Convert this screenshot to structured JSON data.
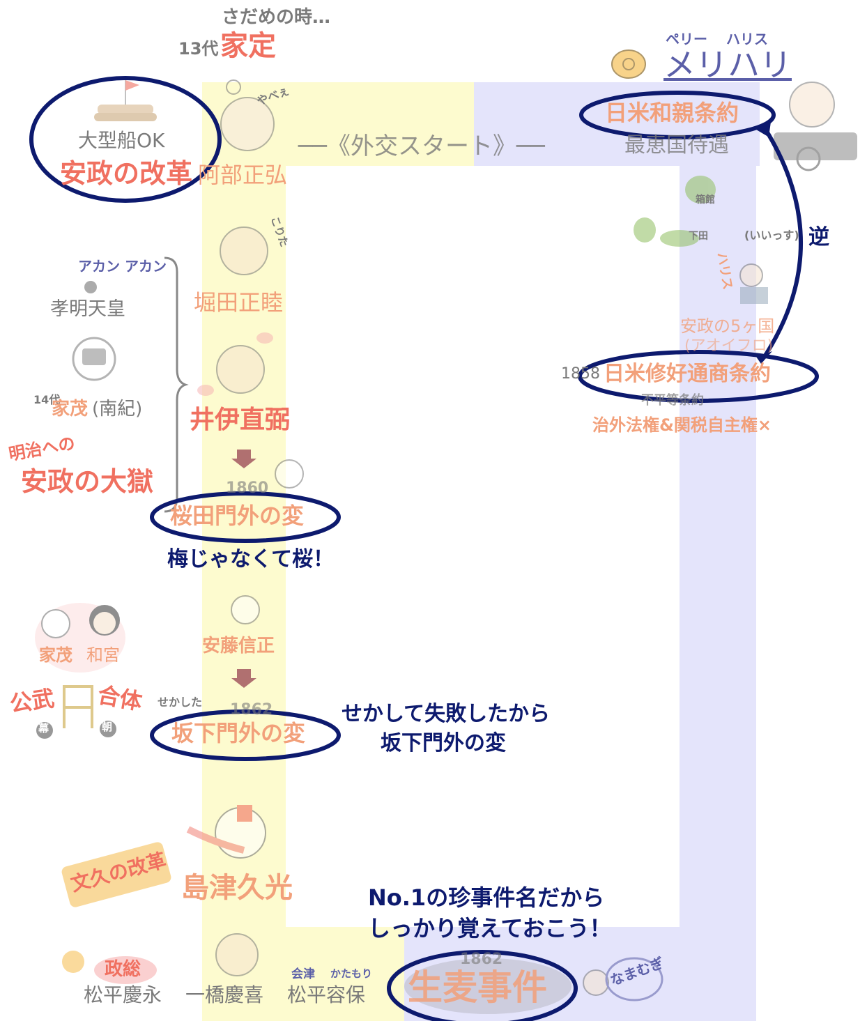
{
  "colors": {
    "yellow_band": "#fdfbcf",
    "blue_band": "#e4e4fb",
    "salmon": "#f2a07a",
    "red": "#f07060",
    "navy": "#0d1a6e",
    "gray": "#7a7a7a"
  },
  "header": {
    "sadame": "さだめの時…",
    "gen13": "13代",
    "iesada": "家定"
  },
  "top_right": {
    "perry": "ペリー",
    "harris": "ハリス",
    "merihari": "メリハリ"
  },
  "left_column": {
    "big_ship": "大型船OK",
    "ansei_reform": "安政の改革",
    "abe": "阿部正弘",
    "akan": "アカン アカン",
    "koumei": "孝明天皇",
    "gen14": "14代",
    "iemochi_nanki": "家茂",
    "nanki": "(南紀)",
    "meiji": "明治への",
    "ansei_purge": "安政の大獄",
    "iemochi": "家茂",
    "kazunomiya": "和宮",
    "kobu": "公武",
    "gattai": "合体",
    "baku": "幕",
    "chou": "朝",
    "bunkyu": "文久の改革",
    "matsudaira_y": "松平慶永",
    "seiji": "政総",
    "hitotsubashi": "一橋慶喜",
    "aizu": "会津",
    "katamori_kana": "かたもり",
    "matsudaira_k": "松平容保"
  },
  "center_column": {
    "yabai": "やべぇ",
    "hotta": "堀田正睦",
    "korita": "こりた",
    "ii": "井伊直弼",
    "year1860": "1860",
    "sakurada": "桜田門外の変",
    "ando": "安藤信正",
    "sekashita": "せかした",
    "year1862a": "1862",
    "sakashita": "坂下門外の変",
    "shimazu": "島津久光",
    "year1862b": "1862",
    "namamugi": "生麦事件",
    "namamugi_kana": "なまむぎ"
  },
  "right_column": {
    "wa_shinyaku": "日米和親条約",
    "gaikou": "──《外交スタート》──",
    "saikei": "最恵国待遇",
    "hakodate": "箱館",
    "shimoda": "下田",
    "haitsusu": "ハリス",
    "ittsu": "(いいっす)",
    "gyaku": "逆",
    "ansei_5": "安政の5ヶ国",
    "aoi_ro": "(アオイフロ)",
    "year1858": "1858",
    "tsusho": "日米修好通商条約",
    "fubyodo": "不平等条約",
    "chigai": "治外法権&関税自主権×"
  },
  "notes": {
    "ume": "梅じゃなくて桜！",
    "sekashite_1": "せかして失敗したから",
    "sekashite_2": "坂下門外の変",
    "no1_1": "No.1の珍事件名だから",
    "no1_2": "しっかり覚えておこう！"
  }
}
